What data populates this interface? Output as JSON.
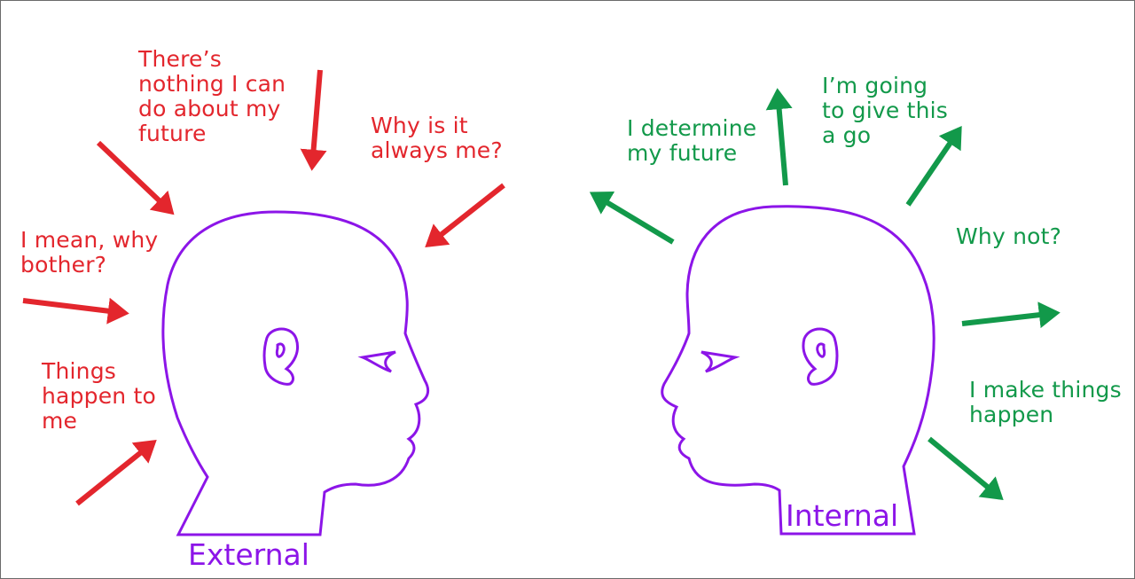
{
  "colors": {
    "external_text": "#e3262d",
    "internal_text": "#12994a",
    "head_outline": "#8c15e8",
    "inward_arrows": "#e3262d",
    "outward_arrows": "#12994a"
  },
  "external": {
    "caption": "External",
    "statements": [
      "There’s\nnothing I can\ndo about my\nfuture",
      "Why is it\nalways me?",
      "I mean, why\nbother?",
      "Things\nhappen to\nme"
    ]
  },
  "internal": {
    "caption": "Internal",
    "statements": [
      "I determine\nmy future",
      "I’m going\nto give this\na go",
      "Why not?",
      "I make things\nhappen"
    ]
  }
}
